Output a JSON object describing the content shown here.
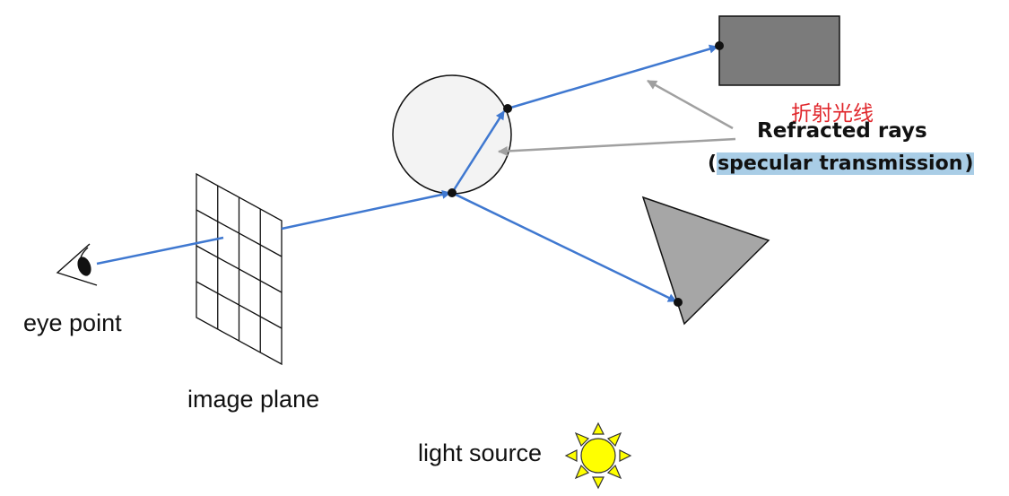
{
  "labels": {
    "eye_point": "eye point",
    "image_plane": "image plane",
    "light_source": "light source",
    "refracted_cn": "折射光线",
    "refracted_rays": "Refracted rays",
    "paren_open": "(",
    "specular_transmission": "specular transmission",
    "paren_close": ")"
  },
  "colors": {
    "ray": "#3f78d0",
    "pointer_arrow": "#a0a0a0",
    "sphere_fill": "#f3f3f3",
    "rectangle_fill": "#7b7b7b",
    "triangle_fill": "#a6a6a6",
    "sun_fill": "#ffff00",
    "annotation_red": "#e0262b",
    "highlight": "#a9cde6"
  }
}
